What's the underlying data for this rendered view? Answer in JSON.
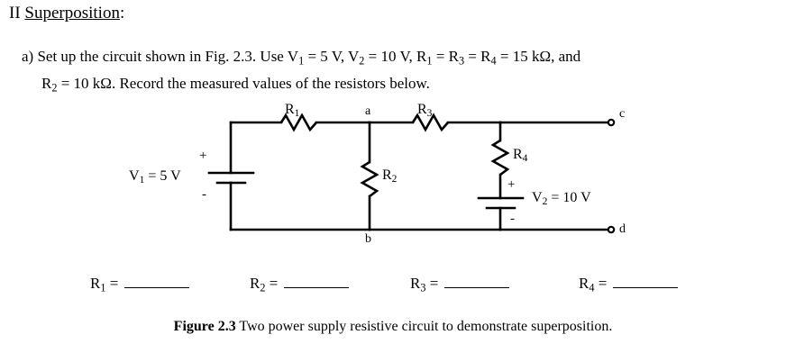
{
  "heading": {
    "numeral": "II ",
    "title": "Superposition",
    "colon": ":"
  },
  "paragraph": {
    "line1_a": "a) Set up the circuit shown in Fig. 2.3. Use V",
    "line1_sub1": "1",
    "line1_b": " = 5 V, V",
    "line1_sub2": "2",
    "line1_c": " = 10 V, R",
    "line1_sub3": "1",
    "line1_d": " = R",
    "line1_sub4": "3",
    "line1_e": " = R",
    "line1_sub5": "4",
    "line1_f": " = 15 kΩ, and",
    "line2_a": "R",
    "line2_sub1": "2",
    "line2_b": " = 10 kΩ. Record the measured values of the resistors below."
  },
  "circuit": {
    "source1": {
      "label_main": "V",
      "label_sub": "1",
      "label_value": " = 5 V",
      "plus": "+",
      "minus": "-"
    },
    "source2": {
      "label_main": "V",
      "label_sub": "2",
      "label_value": " = 10 V",
      "plus": "+",
      "minus": "-"
    },
    "resistors": [
      {
        "name": "R",
        "sub": "1"
      },
      {
        "name": "R",
        "sub": "2"
      },
      {
        "name": "R",
        "sub": "3"
      },
      {
        "name": "R",
        "sub": "4"
      }
    ],
    "nodes": {
      "a": "a",
      "b": "b",
      "c": "c",
      "d": "d"
    },
    "wire_color": "#000000"
  },
  "blanks": [
    {
      "name": "R",
      "sub": "1",
      "eq": " ="
    },
    {
      "name": "R",
      "sub": "2",
      "eq": " ="
    },
    {
      "name": "R",
      "sub": "3",
      "eq": " ="
    },
    {
      "name": "R",
      "sub": "4",
      "eq": " ="
    }
  ],
  "caption": {
    "bold": "Figure 2.3",
    "text": " Two power supply resistive circuit to demonstrate superposition."
  }
}
